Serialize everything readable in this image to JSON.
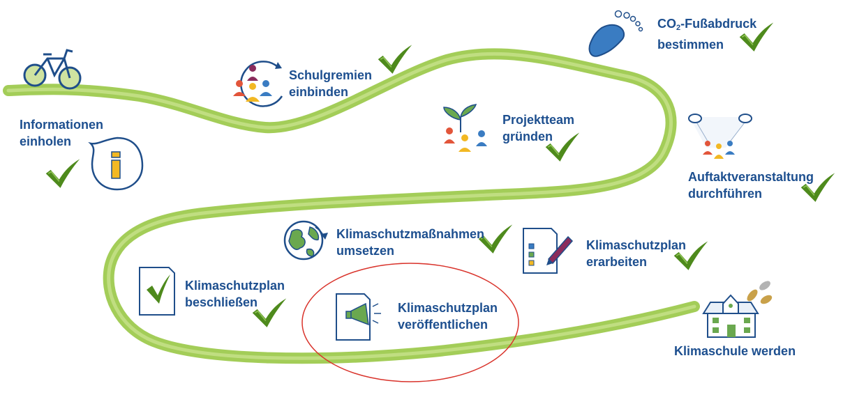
{
  "steps": [
    {
      "id": "informationen",
      "label": "Informationen\neinholen",
      "done": true
    },
    {
      "id": "schulgremien",
      "label": "Schulgremien\neinbinden",
      "done": true
    },
    {
      "id": "projektteam",
      "label": "Projektteam\ngründen",
      "done": true
    },
    {
      "id": "fussabdruck",
      "label_pre": "CO",
      "label_sub": "2",
      "label_post": "-Fußabdruck\nbestimmen",
      "done": true
    },
    {
      "id": "auftakt",
      "label": "Auftaktveranstaltung\ndurchführen",
      "done": true
    },
    {
      "id": "plan-erarbeiten",
      "label": "Klimaschutzplan\nerarbeiten",
      "done": true
    },
    {
      "id": "massnahmen",
      "label": "Klimaschutzmaßnahmen\numsetzen",
      "done": true
    },
    {
      "id": "plan-beschliessen",
      "label": "Klimaschutzplan\nbeschließen",
      "done": true
    },
    {
      "id": "plan-veroeffentlichen",
      "label": "Klimaschutzplan\nveröffentlichen",
      "done": false,
      "highlighted": true
    },
    {
      "id": "klimaschule",
      "label": "Klimaschule werden",
      "done": false
    }
  ],
  "colors": {
    "path": "#9bc94a",
    "label": "#1d4f8f",
    "check": "#4e8a1c",
    "icon_stroke": "#1f4e8a",
    "highlight": "#d9332b",
    "accent_yellow": "#f2b823",
    "accent_red": "#e2553a",
    "accent_blue": "#3a7cc2"
  }
}
